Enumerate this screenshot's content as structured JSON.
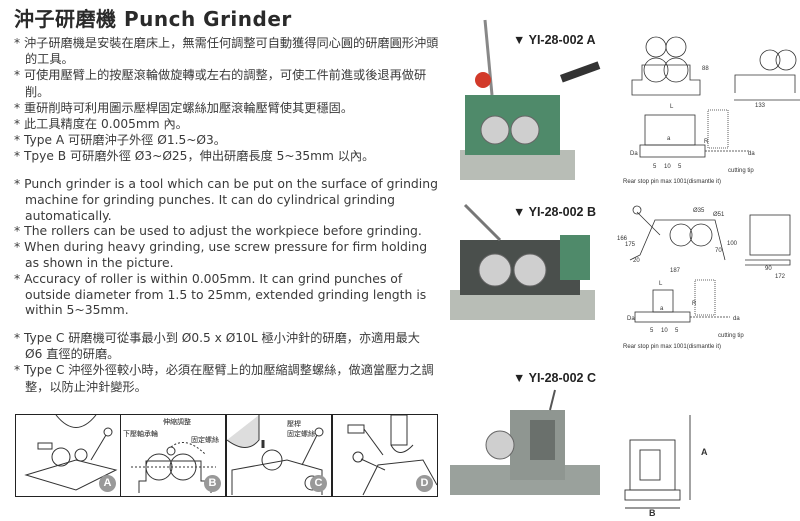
{
  "title": "沖子研磨機 Punch Grinder",
  "chinese_features": [
    "沖子研磨機是安裝在磨床上，無需任何調整可自動獲得同心圓的研磨圓形沖頭的工具。",
    "可使用壓臂上的按壓滾輪做旋轉或左右的調整，可使工件前進或後退再做研削。",
    "重研削時可利用圖示壓桿固定螺絲加壓滾輪壓臂使其更穩固。",
    "此工具精度在 0.005mm 內。",
    "Type A 可研磨沖子外徑 Ø1.5~Ø3。",
    "Tpye B 可研磨外徑 Ø3~Ø25，伸出研磨長度 5~35mm 以內。"
  ],
  "english_features": [
    "Punch grinder is a tool which can be put on the surface of grinding machine for grinding punches. It can do cylindrical grinding automatically.",
    "The rollers can be used to adjust the workpiece before grinding.",
    "When during heavy grinding, use screw pressure for firm holding as shown in the picture.",
    "Accuracy of roller is within 0.005mm. It can grind punches of outside diameter from 1.5 to 25mm, extended grinding length is within 5~35mm."
  ],
  "type_c_features": [
    "Type C 研磨機可從事最小到 Ø0.5 x Ø10L 極小沖針的研磨，亦適用最大 Ø6 直徑的研磨。",
    "Type C 沖徑外徑較小時，必須在壓臂上的加壓縮調整螺絲，做適當壓力之調整，以防止沖針變形。"
  ],
  "illustrations": [
    {
      "badge": "A",
      "labels": []
    },
    {
      "badge": "B",
      "labels": [
        "伸縮調整",
        "下壓軸承輪",
        "固定螺絲"
      ]
    },
    {
      "badge": "C",
      "labels": [
        "壓桿",
        "固定螺絲"
      ]
    },
    {
      "badge": "D",
      "labels": []
    }
  ],
  "models": [
    {
      "name": "▼ YI-28-002 A"
    },
    {
      "name": "▼ YI-28-002 B"
    },
    {
      "name": "▼ YI-28-002 C"
    }
  ],
  "diagram_a": {
    "dims": [
      "L",
      "a",
      "R",
      "Da",
      "da",
      "5",
      "10",
      "5",
      "133",
      "88"
    ],
    "cutting_tip": "cutting tip",
    "note": "Rear stop pin max 1001(dismantle it)"
  },
  "diagram_b": {
    "dims": [
      "Ø35",
      "Ø51",
      "166",
      "175",
      "100",
      "70",
      "20",
      "187",
      "90",
      "172"
    ],
    "sub_dims": [
      "L",
      "a",
      "R",
      "Da",
      "da",
      "5",
      "10",
      "5"
    ],
    "cutting_tip": "cutting tip",
    "note": "Rear stop pin max 1001(dismantle it)"
  },
  "diagram_c": {
    "dims": [
      "A",
      "B"
    ]
  },
  "colors": {
    "machine_green": "#4f8a6a",
    "knob_red": "#d23a2a",
    "badge_gray": "#999999"
  }
}
